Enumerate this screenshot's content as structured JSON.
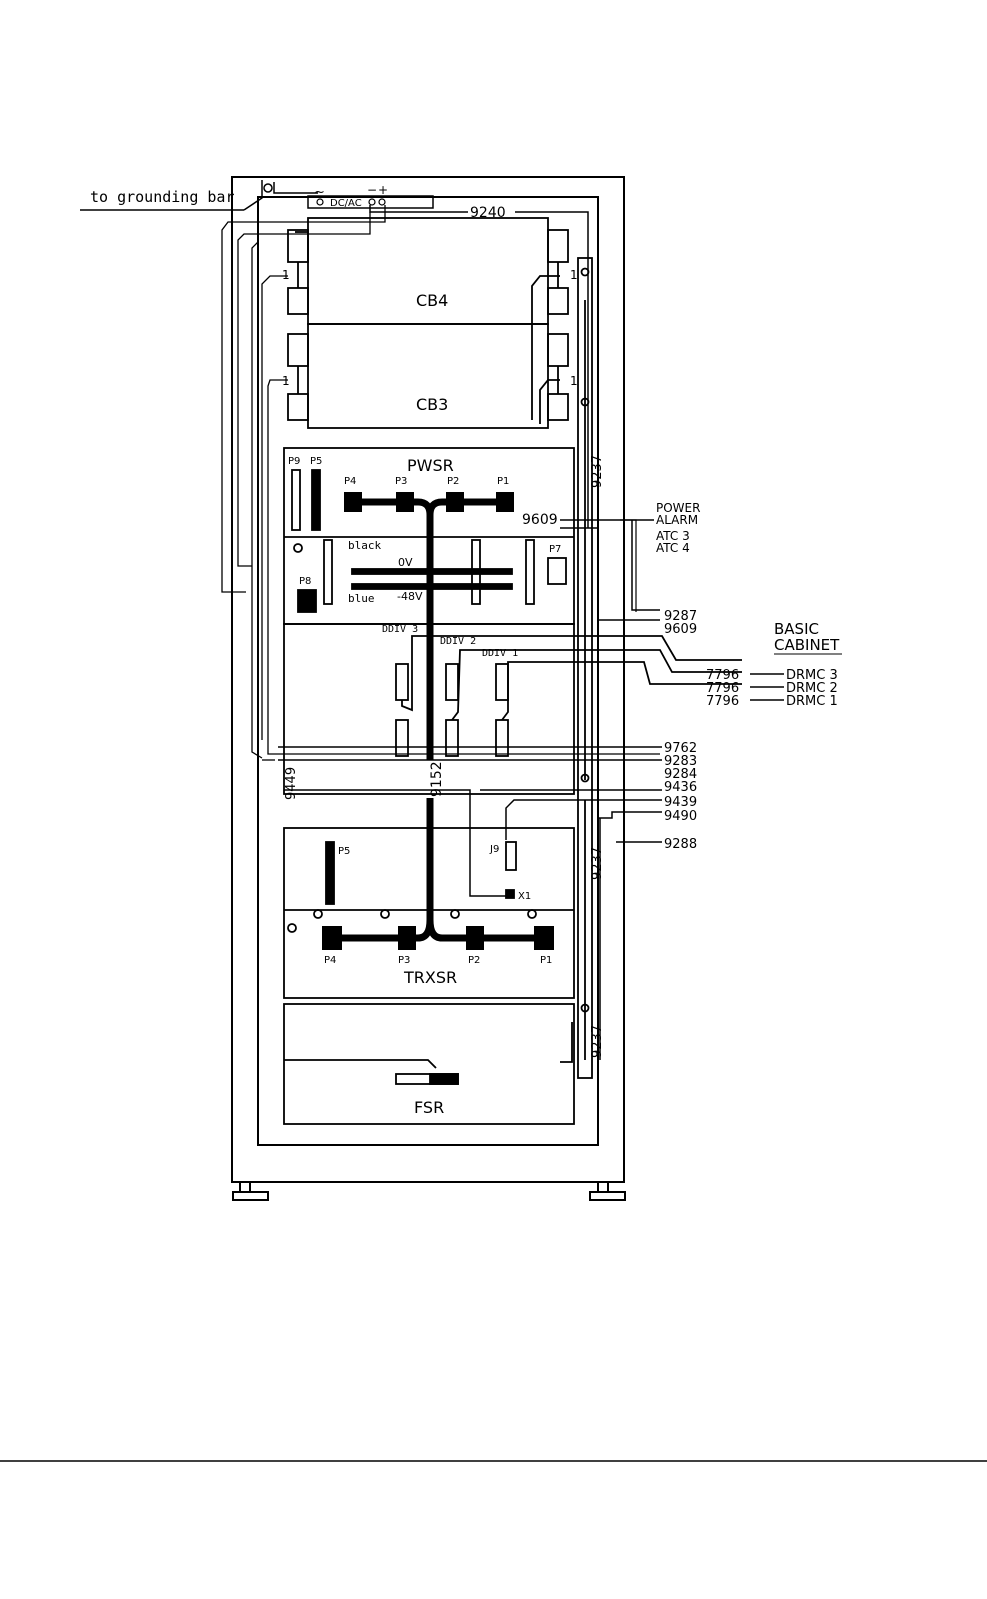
{
  "labels": {
    "grounding": "to grounding bar",
    "dcac": "DC/AC",
    "ac_symbol": "~",
    "minus": "−",
    "plus": "+",
    "cb4": "CB4",
    "cb3": "CB3",
    "pwsr": "PWSR",
    "trxsr": "TRXSR",
    "fsr": "FSR",
    "black": "black",
    "blue": "blue",
    "ov": "0V",
    "neg48": "-48V",
    "power": "POWER",
    "alarm": "ALARM",
    "atc3": "ATC 3",
    "atc4": "ATC 4",
    "basic": "BASIC",
    "cabinet": "CABINET",
    "drmc3": "DRMC  3",
    "drmc2": "DRMC  2",
    "drmc1": "DRMC  1",
    "ddiv3": "DDIV  3",
    "ddiv2": "DDIV  2",
    "ddiv1": "DDIV  1",
    "one": "1"
  },
  "connectors": {
    "p9": "P9",
    "p5": "P5",
    "p4": "P4",
    "p3": "P3",
    "p2": "P2",
    "p1": "P1",
    "p7": "P7",
    "p8": "P8",
    "j9": "J9",
    "x1": "X1",
    "t_p5": "P5",
    "t_p4": "P4",
    "t_p3": "P3",
    "t_p2": "P2",
    "t_p1": "P1"
  },
  "cables": {
    "c9240": "9240",
    "c9609a": "9609",
    "c9609b": "9609",
    "c9287": "9287",
    "c7796a": "7796",
    "c7796b": "7796",
    "c7796c": "7796",
    "c9762": "9762",
    "c9283": "9283",
    "c9284": "9284",
    "c9436": "9436",
    "c9439": "9439",
    "c9490": "9490",
    "c9288": "9288",
    "c9237a": "9237",
    "c9237b": "9237",
    "c9237c": "9237",
    "c9449": "9449",
    "c9152": "9152"
  },
  "colors": {
    "ink": "#000000",
    "paper": "#ffffff"
  }
}
